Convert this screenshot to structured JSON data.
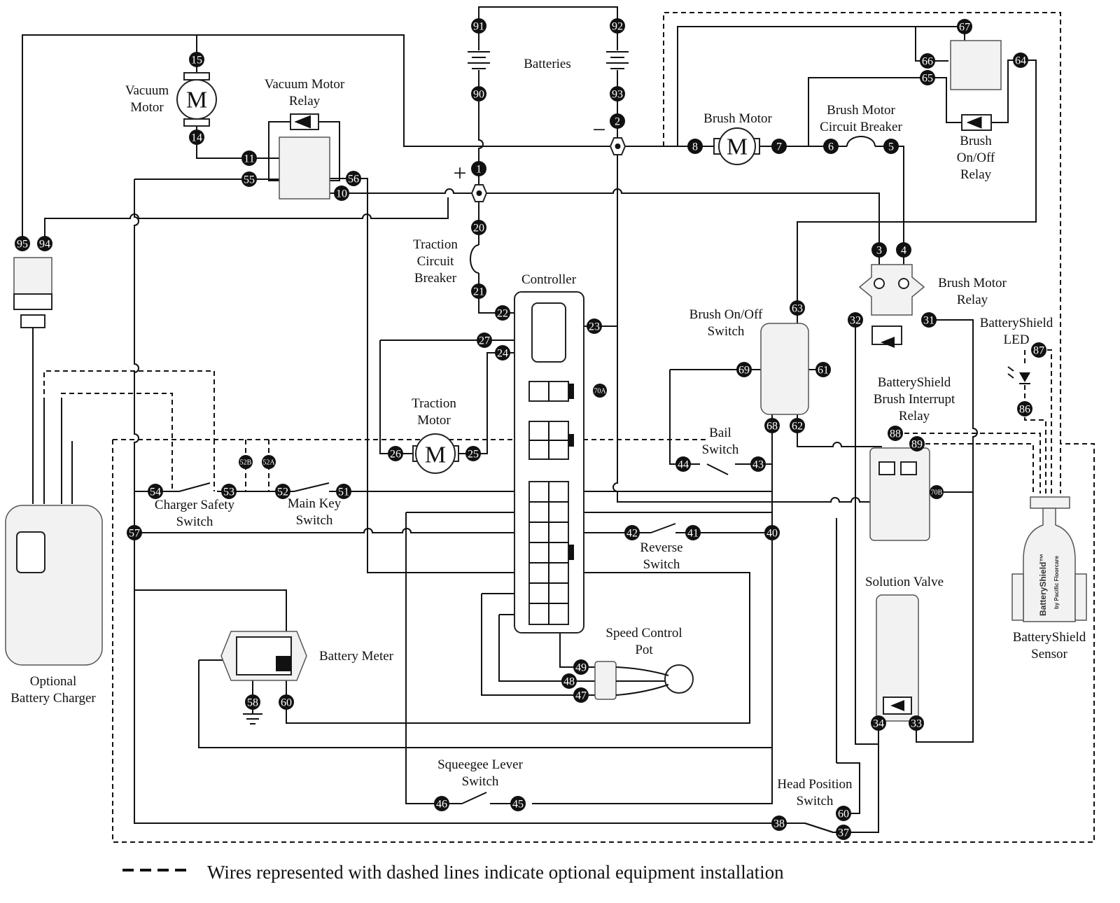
{
  "labels": {
    "vacuum_motor": [
      "Vacuum",
      "Motor"
    ],
    "vacuum_motor_relay": [
      "Vacuum Motor",
      "Relay"
    ],
    "batteries": "Batteries",
    "brush_motor": "Brush Motor",
    "brush_motor_cb": [
      "Brush Motor",
      "Circuit Breaker"
    ],
    "brush_onoff_relay": [
      "Brush",
      "On/Off",
      "Relay"
    ],
    "traction_cb": [
      "Traction",
      "Circuit",
      "Breaker"
    ],
    "controller": "Controller",
    "traction_motor": [
      "Traction",
      "Motor"
    ],
    "brush_motor_relay": [
      "Brush Motor",
      "Relay"
    ],
    "brush_onoff_switch": [
      "Brush On/Off",
      "Switch"
    ],
    "batteryshield_led": [
      "BatteryShield",
      "LED"
    ],
    "batteryshield_relay": [
      "BatteryShield",
      "Brush Interrupt",
      "Relay"
    ],
    "bail_switch": [
      "Bail",
      "Switch"
    ],
    "charger_safety_switch": [
      "Charger Safety",
      "Switch"
    ],
    "main_key_switch": [
      "Main Key",
      "Switch"
    ],
    "reverse_switch": [
      "Reverse",
      "Switch"
    ],
    "solution_valve": "Solution Valve",
    "speed_control_pot": [
      "Speed Control",
      "Pot"
    ],
    "battery_meter": "Battery Meter",
    "optional_charger": [
      "Optional",
      "Battery Charger"
    ],
    "batteryshield_sensor": [
      "BatteryShield",
      "Sensor"
    ],
    "squeegee_switch": [
      "Squeegee Lever",
      "Switch"
    ],
    "head_position_switch": [
      "Head Position",
      "Switch"
    ],
    "motor_symbol": "M",
    "plus_sign": "+",
    "minus_sign": "−",
    "sensor_brand": "BatteryShield™",
    "sensor_maker": "by Pacific Floorcare"
  },
  "legend": "Wires represented with dashed lines indicate optional equipment installation",
  "terminals": [
    "91",
    "92",
    "90",
    "93",
    "2",
    "1",
    "20",
    "21",
    "22",
    "23",
    "27",
    "24",
    "26",
    "25",
    "15",
    "14",
    "11",
    "55",
    "56",
    "10",
    "95",
    "94",
    "8",
    "7",
    "6",
    "5",
    "67",
    "66",
    "65",
    "64",
    "3",
    "4",
    "32",
    "31",
    "63",
    "69",
    "61",
    "68",
    "62",
    "87",
    "86",
    "88",
    "89",
    "70B",
    "70A",
    "52B",
    "52A",
    "54",
    "53",
    "52",
    "51",
    "44",
    "43",
    "57",
    "42",
    "41",
    "40",
    "49",
    "48",
    "47",
    "58",
    "60",
    "34",
    "33",
    "46",
    "45",
    "38",
    "60",
    "37"
  ],
  "colors": {
    "line": "#111111",
    "terminal_fill": "#111111",
    "terminal_text": "#ffffff"
  }
}
